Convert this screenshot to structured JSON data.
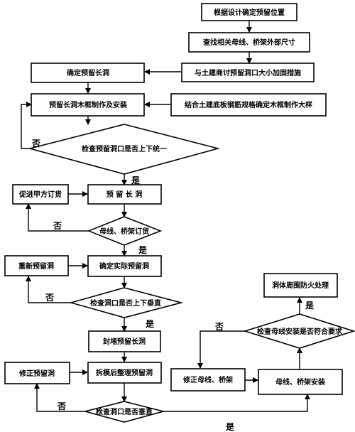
{
  "steps": {
    "s1": "根据设计确定预留位置",
    "s2": "查找相关母线、桥架外部尺寸",
    "s3": "与土建商讨预留洞口大小加固措施",
    "s4": "确定预留长洞",
    "s5": "预留长洞木框制作及安装",
    "s6": "结合土建底板钢筋规格确定木框制作大样",
    "s7": "预  留  长  洞",
    "s8": "促进甲方订货",
    "s9": "重新预留洞",
    "s10": "确定实际预留洞",
    "s11": "封堵预留长洞",
    "s12": "修正预留洞",
    "s13": "拆模后整理预留洞",
    "s14": "修正母线、桥架",
    "s15": "母线、桥架安装",
    "s16": "洞体周围防火处理"
  },
  "decisions": {
    "d1": "检查预留洞口是否上下统一",
    "d2": "母线、桥架订货",
    "d3": "检查洞口是否上下垂直",
    "d4": "检查洞口是否垂直",
    "d5": "检查母线安装是否符合要求"
  },
  "labels": {
    "yes": "是",
    "no": "否"
  }
}
